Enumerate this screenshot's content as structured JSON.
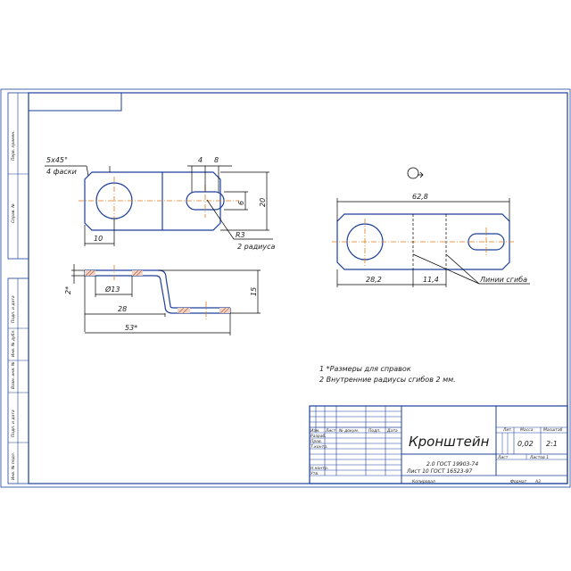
{
  "view_a": {
    "chamfer_note": "5x45°",
    "chamfer_count": "4 фаски",
    "dim_4": "4",
    "dim_8": "8",
    "dim_6": "6",
    "dim_20": "20",
    "dim_10": "10",
    "radius": "R3",
    "radius_count": "2 радиуса"
  },
  "view_b": {
    "dim_2": "2*",
    "dim_phi13": "Ø13",
    "dim_28": "28",
    "dim_53": "53*",
    "dim_15": "15"
  },
  "view_c": {
    "dim_628": "62,8",
    "dim_282": "28,2",
    "dim_114": "11,4",
    "bend_label": "Линии сгиба"
  },
  "notes": [
    "1 *Размеры для справок",
    "2 Внутренние радиусы сгибов 2 мм."
  ],
  "side_stamp": [
    "Перв. примен.",
    "Справ. №",
    "Подп. и дата",
    "Инв. № дубл.",
    "Взам. инв. №",
    "Подп. и дата",
    "Инв. № подл."
  ],
  "title_block": {
    "part_name": "Кронштейн",
    "material_line1": "2.0 ГОСТ 19903-74",
    "material_line2": "Лист 10 ГОСТ 16523-97",
    "header_lit": "Лит.",
    "header_mass": "Масса",
    "header_scale": "Масштаб",
    "mass": "0,02",
    "scale": "2:1",
    "sheet": "Лист",
    "sheets": "Листов 1",
    "row_izm": "Изм.",
    "row_list": "Лист",
    "row_doc": "№ докум.",
    "row_sign": "Подп.",
    "row_date": "Дата",
    "role_dev": "Разраб.",
    "role_check": "Пров.",
    "role_tcontr": "Т.контр.",
    "role_ncontr": "Н.контр.",
    "role_utv": "Утв.",
    "copied": "Копировал",
    "format": "Формат",
    "format_value": "А3"
  }
}
